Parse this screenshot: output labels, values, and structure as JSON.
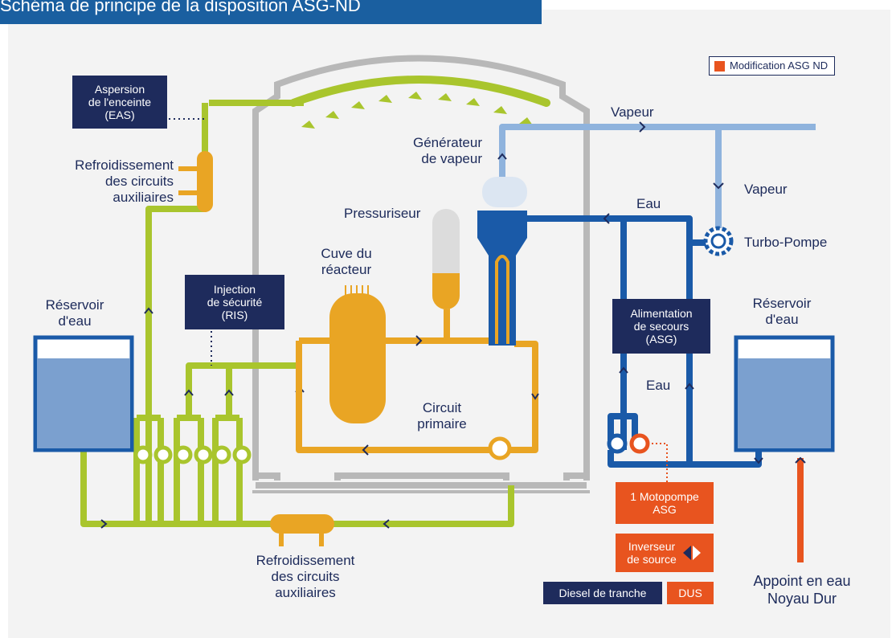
{
  "title": "Schéma de principe de la disposition ASG-ND",
  "legend": {
    "label": "Modification ASG ND",
    "color": "#e8541f"
  },
  "labels": {
    "eas_line1": "Aspersion",
    "eas_line2": "de l'enceinte",
    "eas_line3": "(EAS)",
    "rca_top_1": "Refroidissement",
    "rca_top_2": "des circuits",
    "rca_top_3": "auxiliaires",
    "reservoir_left_1": "Réservoir",
    "reservoir_left_2": "d'eau",
    "ris_1": "Injection",
    "ris_2": "de sécurité",
    "ris_3": "(RIS)",
    "cuve_1": "Cuve du",
    "cuve_2": "réacteur",
    "pressuriseur": "Pressuriseur",
    "gv_1": "Générateur",
    "gv_2": "de vapeur",
    "circuit_1": "Circuit",
    "circuit_2": "primaire",
    "vapeur_top": "Vapeur",
    "vapeur_right": "Vapeur",
    "eau_top": "Eau",
    "turbo_pompe": "Turbo-Pompe",
    "asg_1": "Alimentation",
    "asg_2": "de secours",
    "asg_3": "(ASG)",
    "eau_mid": "Eau",
    "reservoir_right_1": "Réservoir",
    "reservoir_right_2": "d'eau",
    "motopompe_1": "1 Motopompe",
    "motopompe_2": "ASG",
    "inverseur_1": "Inverseur",
    "inverseur_2": "de source",
    "diesel": "Diesel de tranche",
    "dus": "DUS",
    "appoint_1": "Appoint en eau",
    "appoint_2": "Noyau Dur",
    "rca_bottom_1": "Refroidissement",
    "rca_bottom_2": "des circuits",
    "rca_bottom_3": "auxiliaires"
  },
  "colors": {
    "green": "#a9c52d",
    "orange": "#e9a524",
    "darkblue": "#1a5aa8",
    "lightblue": "#8fb3dd",
    "navy": "#1e2b5c",
    "red": "#e8541f",
    "gray": "#b5b5b5"
  }
}
